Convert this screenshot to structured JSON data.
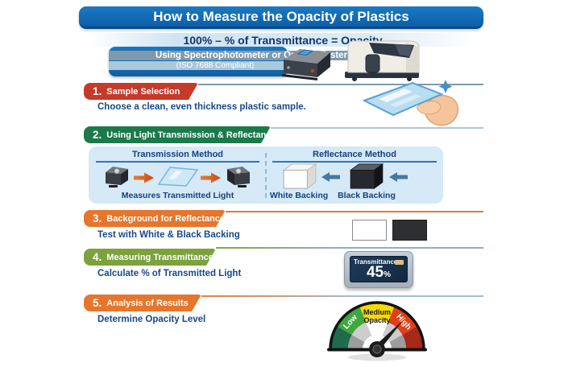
{
  "title": "How to Measure the Opacity of Plastics",
  "formula": "100% – % of Transmittance = Opacity",
  "tool_box": {
    "line1": "Using Spectrophotometer or Opacity Tester",
    "line2": "(ISO 7688 Compliant)"
  },
  "steps": [
    {
      "number": "1.",
      "label": "Sample Selection",
      "description": "Choose a clean, even thickness plastic sample."
    },
    {
      "number": "2.",
      "label": "Using Light Transmission & Reflectance"
    },
    {
      "number": "3.",
      "label": "Background for Reflectance",
      "description": "Test with White & Black Backing"
    },
    {
      "number": "4.",
      "label": "Measuring Transmittance",
      "description": "Calculate % of Transmitted Light"
    },
    {
      "number": "5.",
      "label": "Analysis of Results",
      "description": "Determine Opacity Level"
    }
  ],
  "methods": {
    "transmission": {
      "title": "Transmission Method",
      "caption": "Measures Transmitted Light"
    },
    "reflectance": {
      "title": "Reflectance Method",
      "white_label": "White Backing",
      "black_label": "Black Backing"
    }
  },
  "display": {
    "label": "Transmittance",
    "value": "45",
    "unit": "%"
  },
  "gauge": {
    "low": "Low",
    "medium_line1": "Medium",
    "medium_line2": "Opacity",
    "high": "High"
  },
  "colors": {
    "banner_blue": "#1068b0",
    "step1_red": "#c53a29",
    "step2_green": "#1c7a4a",
    "step3_orange": "#e5762c",
    "step4_olive": "#7ba23d",
    "step5_orange": "#e5762c",
    "text_navy": "#16488c",
    "panel_blue": "#d5e9f7",
    "gauge_low_green": "#3fa83d",
    "gauge_medium_yellow": "#f6d908",
    "gauge_high_red": "#e04018",
    "screen_navy": "#18324e"
  }
}
